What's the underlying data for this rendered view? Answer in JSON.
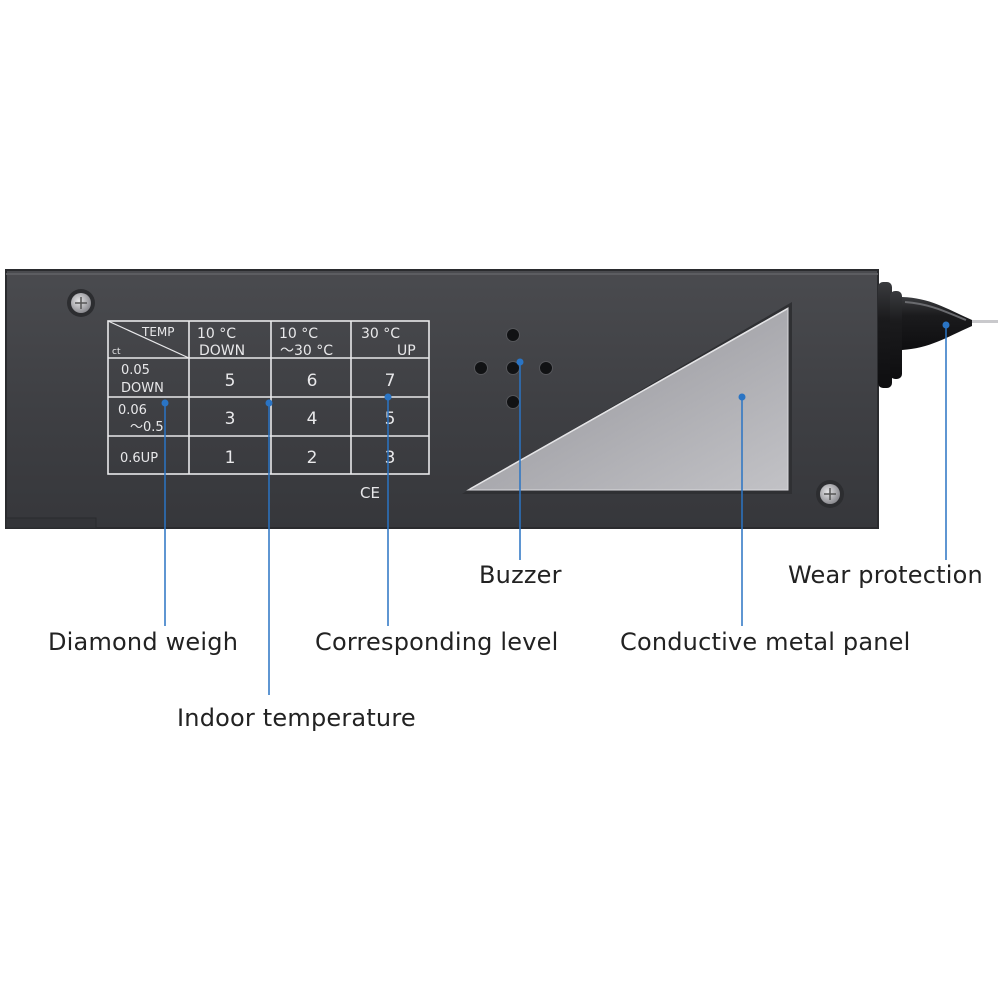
{
  "device": {
    "table": {
      "corner_top": "TEMP",
      "corner_bottom": "ct",
      "headers": [
        {
          "line1": "10 °C",
          "line2": "DOWN"
        },
        {
          "line1": "10 °C",
          "line2": "～30 °C"
        },
        {
          "line1": "30 °C",
          "line2": "UP"
        }
      ],
      "rows": [
        {
          "line1": "0.05",
          "line2": "DOWN",
          "values": [
            "5",
            "6",
            "7"
          ]
        },
        {
          "line1": "0.06",
          "line2": "～0.5",
          "values": [
            "3",
            "4",
            "5"
          ]
        },
        {
          "line1": "0.6UP",
          "line2": "",
          "values": [
            "1",
            "2",
            "3"
          ]
        }
      ]
    },
    "ce_mark": "CE"
  },
  "callouts": {
    "diamond_weigh": "Diamond weigh",
    "indoor_temperature": "Indoor temperature",
    "corresponding_level": "Corresponding level",
    "buzzer": "Buzzer",
    "conductive_metal_panel": "Conductive metal panel",
    "wear_protection": "Wear protection"
  },
  "colors": {
    "body": "#3e3f43",
    "body_edge": "#2a2b2e",
    "printed_ink": "#e8e8ea",
    "leader_line": "#2a74c4",
    "metal_panel": "#b8b8bc",
    "background": "#ffffff"
  }
}
